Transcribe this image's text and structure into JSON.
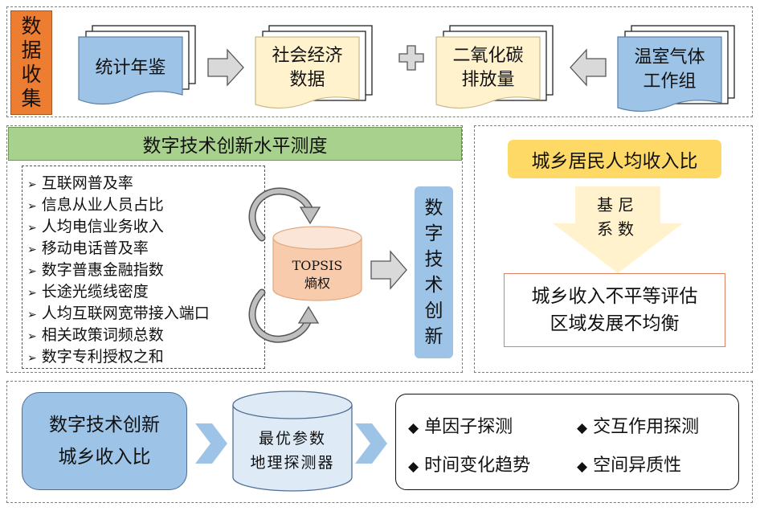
{
  "colors": {
    "orange": "#ED7D31",
    "blue": "#9DC3E6",
    "yellow_light": "#FFF2CC",
    "green_header": "#A9D18E",
    "gold": "#FFD966",
    "peach": "#F8CBAD",
    "arrow_gray": "#D9D9D9",
    "chevron_blue": "#9DC3E6"
  },
  "data_collection": {
    "label_chars": [
      "数",
      "据",
      "收",
      "集"
    ],
    "docs": [
      {
        "lines": [
          "统计年鉴"
        ]
      },
      {
        "lines": [
          "社会经济",
          "数据"
        ]
      },
      {
        "lines": [
          "二氧化碳",
          "排放量"
        ]
      },
      {
        "lines": [
          "温室气体",
          "工作组"
        ]
      }
    ],
    "connectors": [
      "right-arrow",
      "plus",
      "left-arrow"
    ]
  },
  "digital_innovation": {
    "header": "数字技术创新水平测度",
    "indicators": [
      "互联网普及率",
      "信息从业人员占比",
      "人均电信业务收入",
      "移动电话普及率",
      "数字普惠金融指数",
      "长途光缆线密度",
      "人均互联网宽带接入端口",
      "相关政策词频总数",
      "数字专利授权之和"
    ],
    "method_line1": "TOPSIS",
    "method_line2": "熵权",
    "result_chars": [
      "数",
      "字",
      "技",
      "术",
      "创",
      "新"
    ]
  },
  "income_gap": {
    "title": "城乡居民人均收入比",
    "gini_chars": [
      "基尼",
      "系数"
    ],
    "result_line1": "城乡收入不平等评估",
    "result_line2": "区域发展不均衡"
  },
  "analysis": {
    "inputs_line1": "数字技术创新",
    "inputs_line2": "城乡收入比",
    "method_line1": "最优参数",
    "method_line2": "地理探测器",
    "outputs": [
      "单因子探测",
      "交互作用探测",
      "时间变化趋势",
      "空间异质性"
    ]
  }
}
